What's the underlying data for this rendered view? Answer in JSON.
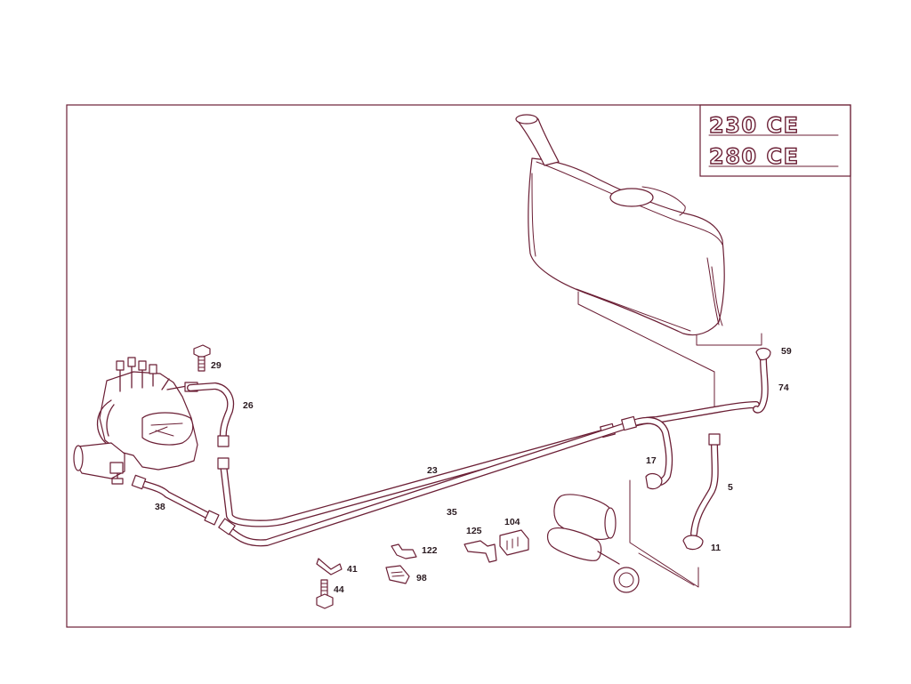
{
  "model_badges": [
    "230 CE",
    "280 CE"
  ],
  "parts": {
    "p5": "5",
    "p11": "11",
    "p17": "17",
    "p23": "23",
    "p26": "26",
    "p29": "29",
    "p35": "35",
    "p38": "38",
    "p41": "41",
    "p44": "44",
    "p59": "59",
    "p74": "74",
    "p98": "98",
    "p104": "104",
    "p122": "122",
    "p125": "125"
  },
  "colors": {
    "line": "#6b1f35",
    "text": "#2a1a20",
    "background": "#ffffff"
  }
}
